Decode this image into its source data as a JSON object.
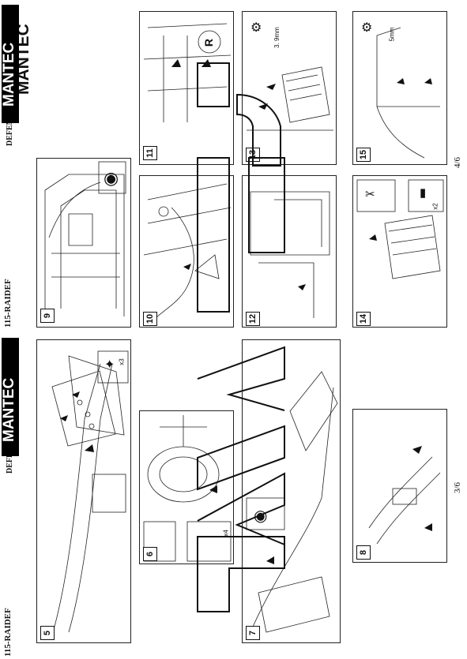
{
  "left_page": {
    "series_code": "115-RAIDEF",
    "model": "DEFENDER",
    "brand": "MANTEC",
    "page_number": "3/6",
    "steps": [
      {
        "number": "5",
        "annotation": "x3"
      },
      {
        "number": "6",
        "annotation": "x4"
      },
      {
        "number": "7"
      },
      {
        "number": "8"
      }
    ]
  },
  "right_page": {
    "series_code": "115-RAIDEF",
    "model": "DEFENDER",
    "brand": "MANTEC",
    "page_number": "4/6",
    "steps": [
      {
        "number": "9"
      },
      {
        "number": "10"
      },
      {
        "number": "11",
        "marker": "R"
      },
      {
        "number": "12"
      },
      {
        "number": "13",
        "annotation": "3. 9mm"
      },
      {
        "number": "14",
        "annotation": "x2"
      },
      {
        "number": "15",
        "annotation": "5mm"
      }
    ]
  },
  "icons": [
    "eye-icon",
    "check-icon",
    "drill-icon",
    "screw-icon",
    "pliers-icon",
    "rivet-icon",
    "arrow-icon"
  ]
}
